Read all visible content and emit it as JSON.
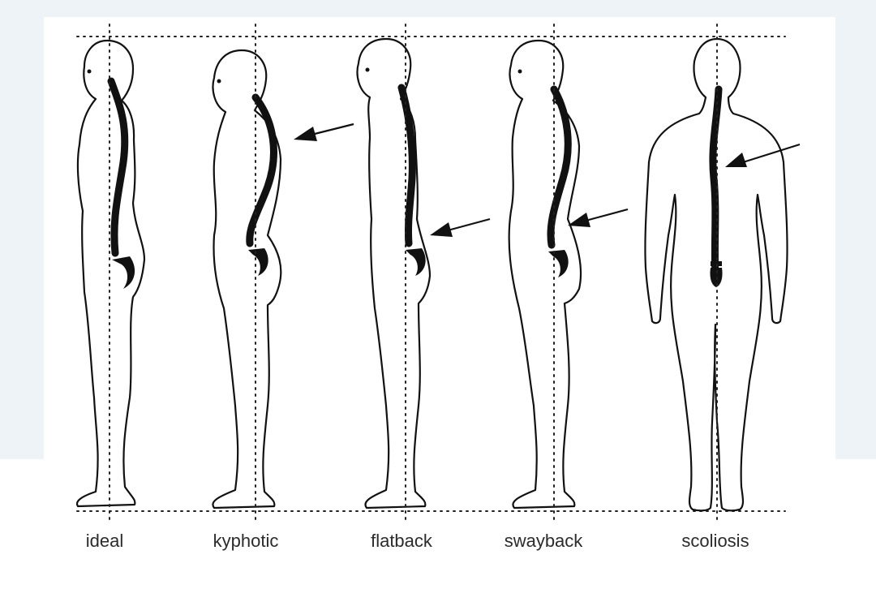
{
  "labels": {
    "ideal": "ideal",
    "kyphotic": "kyphotic",
    "flatback": "flatback",
    "swayback": "swayback",
    "scoliosis": "scoliosis"
  },
  "colors": {
    "background_band": "#eef3f7",
    "line": "#111111",
    "label_text": "#2b2b2b"
  }
}
